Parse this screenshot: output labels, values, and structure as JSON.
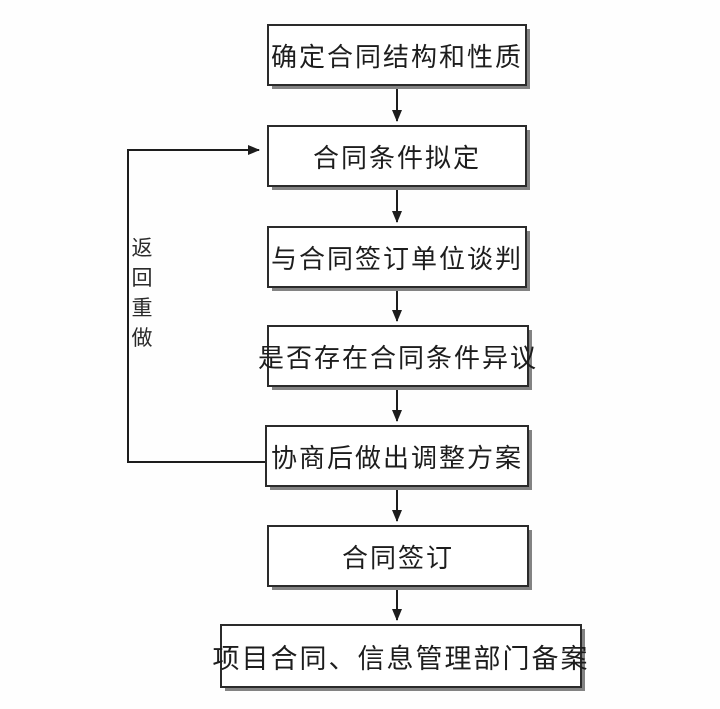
{
  "flowchart": {
    "title": "contract-signing-process-flowchart",
    "nodes": [
      {
        "label": "确定合同结构和性质"
      },
      {
        "label": "合同条件拟定"
      },
      {
        "label": "与合同签订单位谈判"
      },
      {
        "label": "是否存在合同条件异议"
      },
      {
        "label": "协商后做出调整方案"
      },
      {
        "label": "合同签订"
      },
      {
        "label": "项目合同、信息管理部门备案"
      }
    ],
    "loop_label": "返回重做",
    "loop_chars": [
      "返",
      "回",
      "重",
      "做"
    ],
    "colors": {
      "line": "#1d1d1d",
      "box_border": "#2b2b2b",
      "box_shadow": "#838383",
      "background": "#fefefe",
      "text": "#1d1d1d"
    }
  }
}
